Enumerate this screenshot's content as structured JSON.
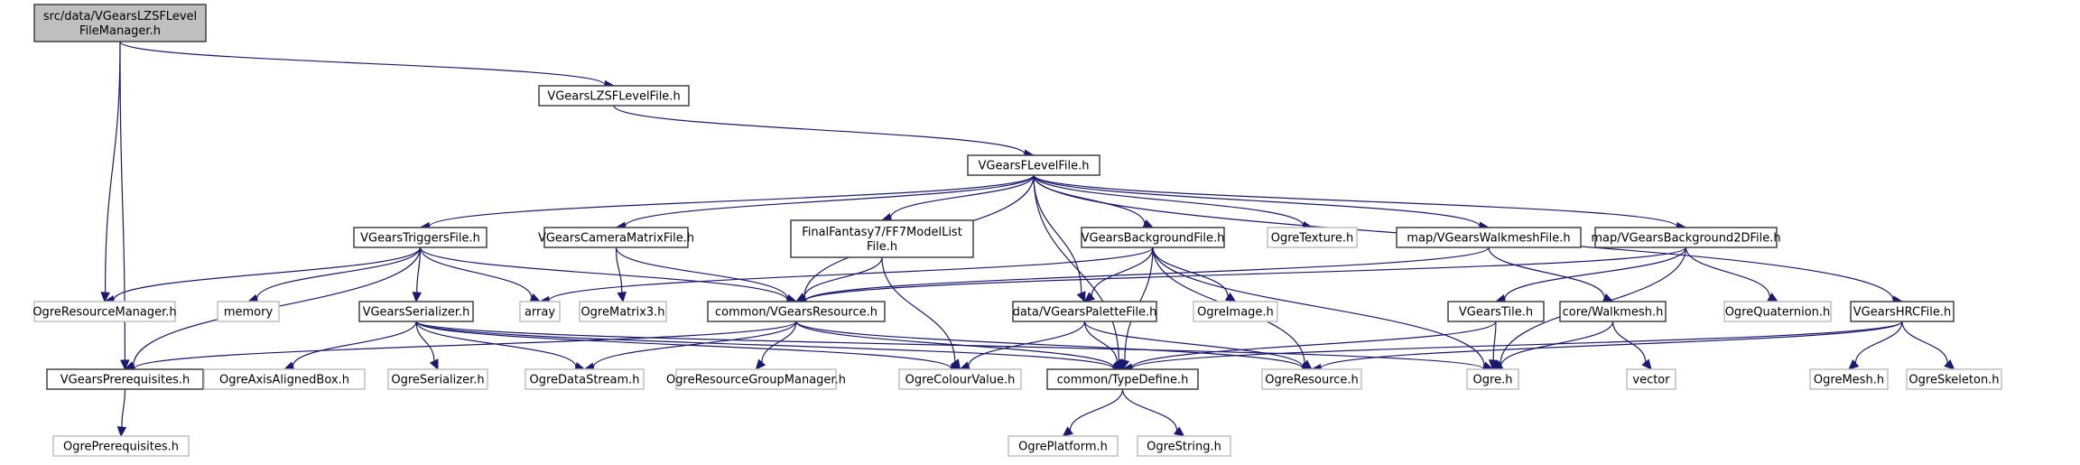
{
  "diagram": {
    "title": "Include dependency graph for src/data/VGearsLZSFLevelFileManager.h",
    "colors": {
      "edge": "#191970",
      "root_fill": "#bfbfbf",
      "local_border": "#404040",
      "external_border": "#bfbfbf"
    },
    "nodes": [
      {
        "id": "root",
        "label": [
          "src/data/VGearsLZSFLevel",
          "FileManager.h"
        ],
        "kind": "root"
      },
      {
        "id": "lzsf",
        "label": [
          "VGearsLZSFLevelFile.h"
        ],
        "kind": "local"
      },
      {
        "id": "flevel",
        "label": [
          "VGearsFLevelFile.h"
        ],
        "kind": "local"
      },
      {
        "id": "triggers",
        "label": [
          "VGearsTriggersFile.h"
        ],
        "kind": "local"
      },
      {
        "id": "camera",
        "label": [
          "VGearsCameraMatrixFile.h"
        ],
        "kind": "local"
      },
      {
        "id": "ff7model",
        "label": [
          "FinalFantasy7/FF7ModelList",
          "File.h"
        ],
        "kind": "local"
      },
      {
        "id": "background",
        "label": [
          "VGearsBackgroundFile.h"
        ],
        "kind": "local"
      },
      {
        "id": "ogretexture",
        "label": [
          "OgreTexture.h"
        ],
        "kind": "external"
      },
      {
        "id": "walkmeshfile",
        "label": [
          "map/VGearsWalkmeshFile.h"
        ],
        "kind": "local"
      },
      {
        "id": "bg2d",
        "label": [
          "map/VGearsBackground2DFile.h"
        ],
        "kind": "local"
      },
      {
        "id": "ogreresmgr",
        "label": [
          "OgreResourceManager.h"
        ],
        "kind": "external"
      },
      {
        "id": "memory",
        "label": [
          "memory"
        ],
        "kind": "external"
      },
      {
        "id": "serializer",
        "label": [
          "VGearsSerializer.h"
        ],
        "kind": "local"
      },
      {
        "id": "array",
        "label": [
          "array"
        ],
        "kind": "external"
      },
      {
        "id": "ogrematrix3",
        "label": [
          "OgreMatrix3.h"
        ],
        "kind": "external"
      },
      {
        "id": "vgresource",
        "label": [
          "common/VGearsResource.h"
        ],
        "kind": "local"
      },
      {
        "id": "palette",
        "label": [
          "data/VGearsPaletteFile.h"
        ],
        "kind": "local"
      },
      {
        "id": "ogreimage",
        "label": [
          "OgreImage.h"
        ],
        "kind": "external"
      },
      {
        "id": "tile",
        "label": [
          "VGearsTile.h"
        ],
        "kind": "local"
      },
      {
        "id": "walkmesh",
        "label": [
          "core/Walkmesh.h"
        ],
        "kind": "local"
      },
      {
        "id": "ogrequat",
        "label": [
          "OgreQuaternion.h"
        ],
        "kind": "external"
      },
      {
        "id": "hrc",
        "label": [
          "VGearsHRCFile.h"
        ],
        "kind": "local"
      },
      {
        "id": "prereq",
        "label": [
          "VGearsPrerequisites.h"
        ],
        "kind": "local"
      },
      {
        "id": "ogreaabb",
        "label": [
          "OgreAxisAlignedBox.h"
        ],
        "kind": "external"
      },
      {
        "id": "ogreserializer",
        "label": [
          "OgreSerializer.h"
        ],
        "kind": "external"
      },
      {
        "id": "ogredatastream",
        "label": [
          "OgreDataStream.h"
        ],
        "kind": "external"
      },
      {
        "id": "ogrergm",
        "label": [
          "OgreResourceGroupManager.h"
        ],
        "kind": "external"
      },
      {
        "id": "ogrecolour",
        "label": [
          "OgreColourValue.h"
        ],
        "kind": "external"
      },
      {
        "id": "typedefine",
        "label": [
          "common/TypeDefine.h"
        ],
        "kind": "local"
      },
      {
        "id": "ogreresource",
        "label": [
          "OgreResource.h"
        ],
        "kind": "external"
      },
      {
        "id": "ogreh",
        "label": [
          "Ogre.h"
        ],
        "kind": "external"
      },
      {
        "id": "vector",
        "label": [
          "vector"
        ],
        "kind": "external"
      },
      {
        "id": "ogremesh",
        "label": [
          "OgreMesh.h"
        ],
        "kind": "external"
      },
      {
        "id": "ogreskeleton",
        "label": [
          "OgreSkeleton.h"
        ],
        "kind": "external"
      },
      {
        "id": "ogreprereq",
        "label": [
          "OgrePrerequisites.h"
        ],
        "kind": "external"
      },
      {
        "id": "ogreplatform",
        "label": [
          "OgrePlatform.h"
        ],
        "kind": "external"
      },
      {
        "id": "ogrestring",
        "label": [
          "OgreString.h"
        ],
        "kind": "external"
      }
    ],
    "edges": [
      [
        "root",
        "lzsf"
      ],
      [
        "root",
        "ogreresmgr"
      ],
      [
        "root",
        "prereq"
      ],
      [
        "lzsf",
        "flevel"
      ],
      [
        "flevel",
        "triggers"
      ],
      [
        "flevel",
        "camera"
      ],
      [
        "flevel",
        "ff7model"
      ],
      [
        "flevel",
        "background"
      ],
      [
        "flevel",
        "ogretexture"
      ],
      [
        "flevel",
        "walkmeshfile"
      ],
      [
        "flevel",
        "bg2d"
      ],
      [
        "flevel",
        "hrc"
      ],
      [
        "flevel",
        "vgresource"
      ],
      [
        "flevel",
        "palette"
      ],
      [
        "flevel",
        "typedefine"
      ],
      [
        "triggers",
        "ogreresmgr"
      ],
      [
        "triggers",
        "memory"
      ],
      [
        "triggers",
        "serializer"
      ],
      [
        "triggers",
        "array"
      ],
      [
        "triggers",
        "vgresource"
      ],
      [
        "triggers",
        "prereq"
      ],
      [
        "camera",
        "ogrematrix3"
      ],
      [
        "camera",
        "vgresource"
      ],
      [
        "ff7model",
        "vgresource"
      ],
      [
        "ff7model",
        "ogrecolour"
      ],
      [
        "background",
        "array"
      ],
      [
        "background",
        "palette"
      ],
      [
        "background",
        "ogreimage"
      ],
      [
        "background",
        "typedefine"
      ],
      [
        "background",
        "ogreresource"
      ],
      [
        "background",
        "ogreh"
      ],
      [
        "walkmeshfile",
        "vgresource"
      ],
      [
        "walkmeshfile",
        "walkmesh"
      ],
      [
        "bg2d",
        "vgresource"
      ],
      [
        "bg2d",
        "tile"
      ],
      [
        "bg2d",
        "ogrequat"
      ],
      [
        "bg2d",
        "ogreh"
      ],
      [
        "serializer",
        "ogreaabb"
      ],
      [
        "serializer",
        "ogreserializer"
      ],
      [
        "serializer",
        "ogredatastream"
      ],
      [
        "serializer",
        "ogrecolour"
      ],
      [
        "serializer",
        "typedefine"
      ],
      [
        "serializer",
        "ogreh"
      ],
      [
        "vgresource",
        "prereq"
      ],
      [
        "vgresource",
        "ogredatastream"
      ],
      [
        "vgresource",
        "ogrergm"
      ],
      [
        "vgresource",
        "typedefine"
      ],
      [
        "vgresource",
        "ogreresource"
      ],
      [
        "palette",
        "ogrecolour"
      ],
      [
        "palette",
        "typedefine"
      ],
      [
        "palette",
        "ogreresource"
      ],
      [
        "tile",
        "typedefine"
      ],
      [
        "tile",
        "ogreh"
      ],
      [
        "walkmesh",
        "ogreh"
      ],
      [
        "walkmesh",
        "vector"
      ],
      [
        "hrc",
        "typedefine"
      ],
      [
        "hrc",
        "ogreresource"
      ],
      [
        "hrc",
        "ogremesh"
      ],
      [
        "hrc",
        "ogreskeleton"
      ],
      [
        "prereq",
        "ogreprereq"
      ],
      [
        "typedefine",
        "ogreplatform"
      ],
      [
        "typedefine",
        "ogrestring"
      ]
    ]
  }
}
